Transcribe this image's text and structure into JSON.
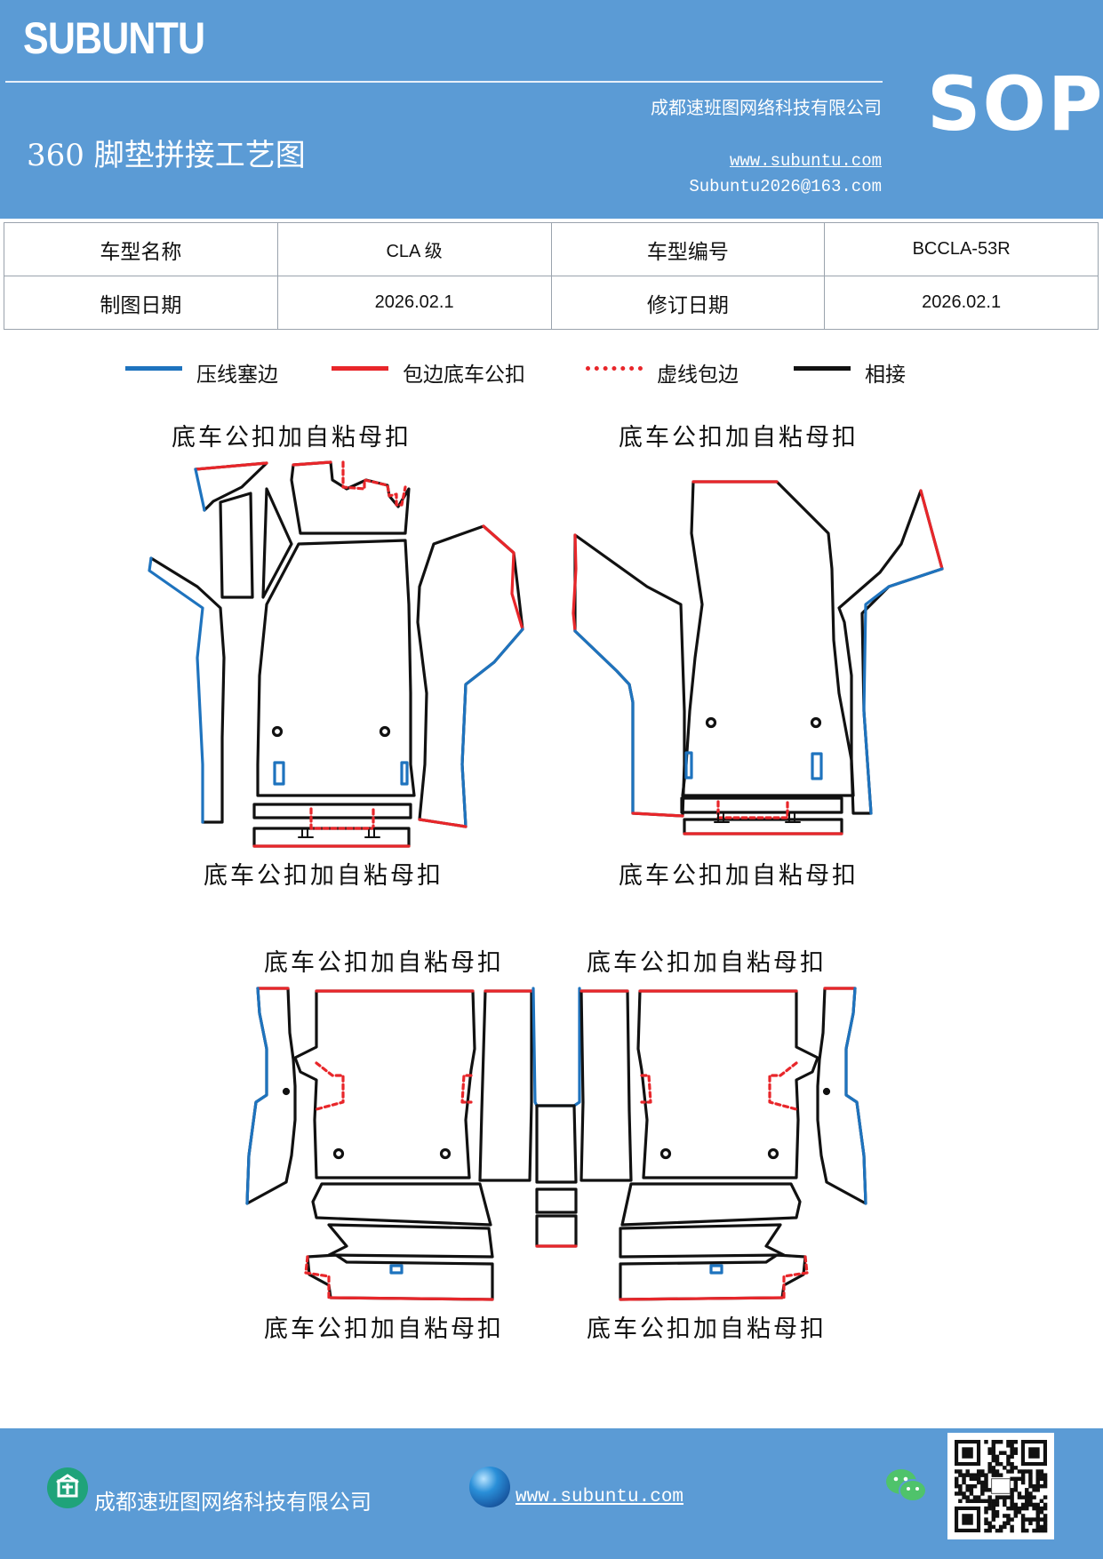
{
  "header": {
    "brand": "SUBUNTU",
    "company": "成都速班图网络科技有限公司",
    "title": "360 脚垫拼接工艺图",
    "url": "www.subuntu.com",
    "email": "Subuntu2026@163.com",
    "badge": "SOP"
  },
  "info_table": {
    "rows": [
      [
        {
          "label": "车型名称"
        },
        {
          "value": "CLA 级"
        },
        {
          "label": "车型编号"
        },
        {
          "value": "BCCLA-53R"
        }
      ],
      [
        {
          "label": "制图日期"
        },
        {
          "value": "2026.02.1"
        },
        {
          "label": "修订日期"
        },
        {
          "value": "2026.02.1"
        }
      ]
    ]
  },
  "legend": [
    {
      "label": "压线塞边",
      "color": "#1e73be",
      "style": "solid"
    },
    {
      "label": "包边底车公扣",
      "color": "#e8262a",
      "style": "solid"
    },
    {
      "label": "虚线包边",
      "color": "#e8262a",
      "style": "dotted"
    },
    {
      "label": "相接",
      "color": "#111111",
      "style": "solid"
    }
  ],
  "captions": {
    "front_left_top": "底车公扣加自粘母扣",
    "front_right_top": "底车公扣加自粘母扣",
    "front_left_bottom": "底车公扣加自粘母扣",
    "front_right_bottom": "底车公扣加自粘母扣",
    "rear_left_top": "底车公扣加自粘母扣",
    "rear_right_top": "底车公扣加自粘母扣",
    "rear_left_bottom": "底车公扣加自粘母扣",
    "rear_right_bottom": "底车公扣加自粘母扣"
  },
  "footer": {
    "company": "成都速班图网络科技有限公司",
    "url": "www.subuntu.com",
    "wechat_icon": "wechat-icon",
    "qr": "qr-code"
  }
}
